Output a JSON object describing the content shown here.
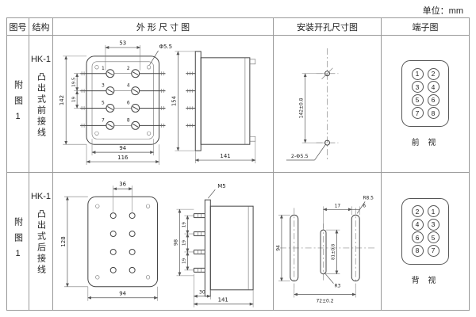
{
  "unit_label": "单位：mm",
  "headers": {
    "fig_no": "图号",
    "structure": "结构",
    "outline": "外 形 尺 寸 图",
    "mounting": "安装开孔尺寸图",
    "terminal": "端子图"
  },
  "rows": [
    {
      "fig_no": "附图1",
      "model": "HK-1",
      "structure": "凸出式前接线",
      "outline_dims": {
        "top_width": "53",
        "hole": "Φ5.5",
        "height": "142",
        "row_gap1": "19.5",
        "row_gap2": "19",
        "inner_width": "94",
        "total_width": "116",
        "side_height": "154",
        "depth": "141"
      },
      "mounting_dims": {
        "hole_spacing": "142±0.8",
        "holes": "2-Φ5.5"
      },
      "terminal_numbers": [
        "1",
        "2",
        "3",
        "4",
        "5",
        "6",
        "7",
        "8"
      ],
      "terminal_view": "前 视"
    },
    {
      "fig_no": "附图1",
      "model": "HK-1",
      "structure": "凸出式后接线",
      "outline_dims": {
        "top_width": "36",
        "screw": "M5",
        "height": "128",
        "stud_span": "98",
        "stud_gap1": "19",
        "stud_gap2": "19",
        "stud_gap3": "19",
        "width": "94",
        "stud_depth": "30",
        "depth": "141"
      },
      "mounting_dims": {
        "slot_offset": "17",
        "slot_width": "6",
        "radius_large": "R8.5",
        "height": "94",
        "center_height": "81±0.8",
        "radius_small": "R3",
        "spacing": "72±0.2"
      },
      "terminal_numbers": [
        "2",
        "1",
        "4",
        "3",
        "6",
        "5",
        "8",
        "7"
      ],
      "terminal_view": "背 视"
    }
  ]
}
